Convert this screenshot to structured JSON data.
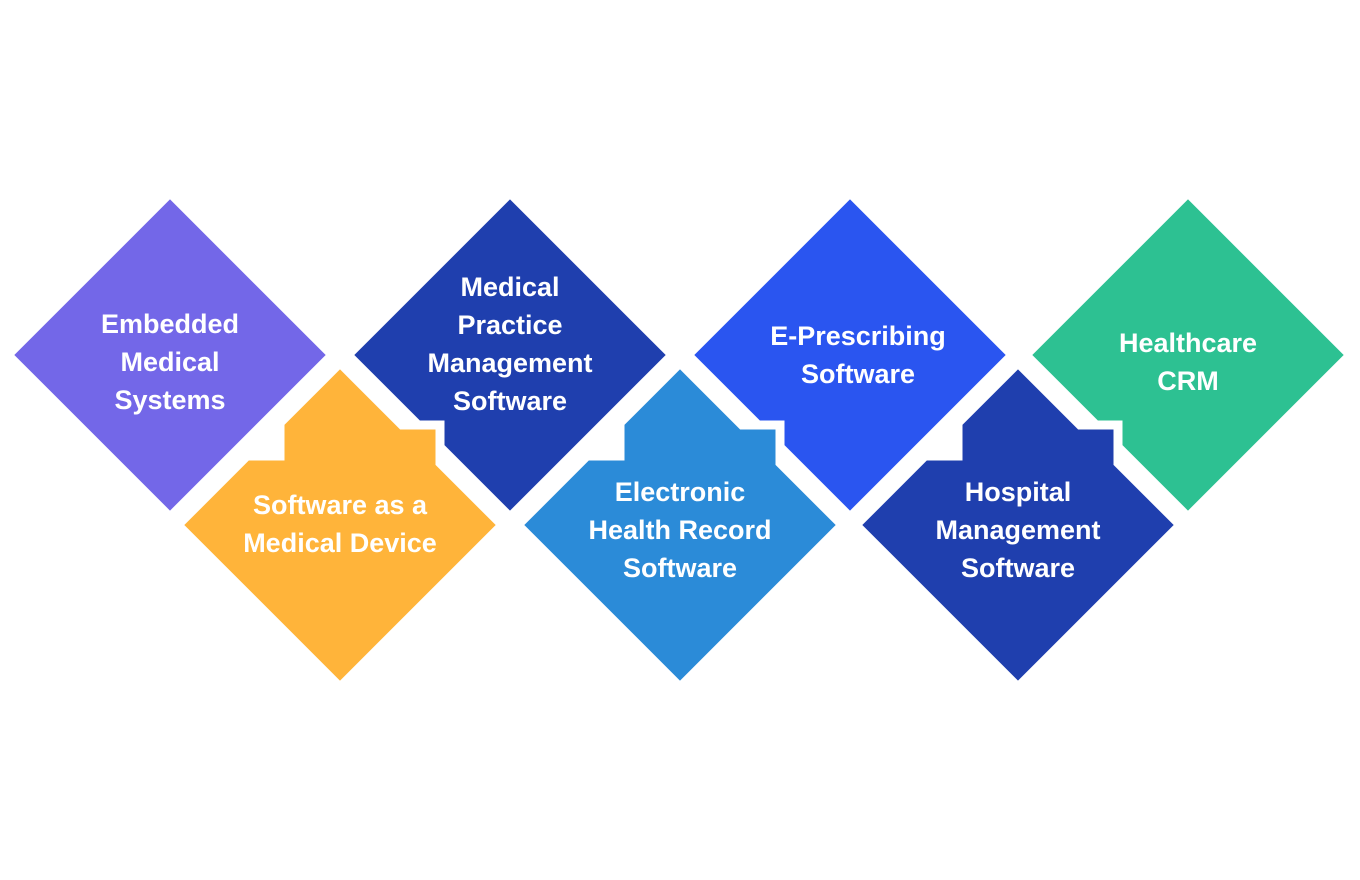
{
  "diagram": {
    "items": [
      {
        "lines": [
          "Embedded",
          "Medical",
          "Systems"
        ],
        "color": "#7367E8"
      },
      {
        "lines": [
          "Medical",
          "Practice",
          "Management",
          "Software"
        ],
        "color": "#1F3FAE"
      },
      {
        "lines": [
          "E-Prescribing",
          "Software"
        ],
        "color": "#2A55F0"
      },
      {
        "lines": [
          "Healthcare",
          "CRM"
        ],
        "color": "#2DC192"
      },
      {
        "lines": [
          "Software as a",
          "Medical Device"
        ],
        "color": "#FFB43A"
      },
      {
        "lines": [
          "Electronic",
          "Health Record",
          "Software"
        ],
        "color": "#2B8BD8"
      },
      {
        "lines": [
          "Hospital",
          "Management",
          "Software"
        ],
        "color": "#1F3FAE"
      }
    ]
  }
}
